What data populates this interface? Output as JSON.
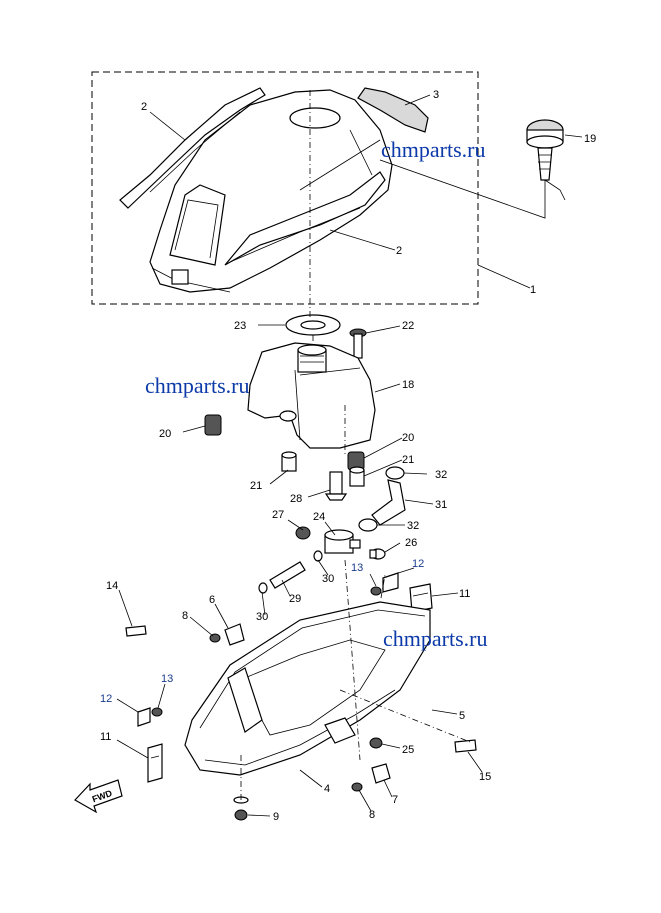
{
  "watermarks": [
    "chmparts.ru",
    "chmparts.ru",
    "chmparts.ru"
  ],
  "fwd_label": "FWD",
  "callouts": {
    "c1": "1",
    "c2a": "2",
    "c2b": "2",
    "c3": "3",
    "c4": "4",
    "c5": "5",
    "c6": "6",
    "c7": "7",
    "c8a": "8",
    "c8b": "8",
    "c9": "9",
    "c11a": "11",
    "c11b": "11",
    "c12a": "12",
    "c12b": "12",
    "c13a": "13",
    "c13b": "13",
    "c14": "14",
    "c15": "15",
    "c18": "18",
    "c19": "19",
    "c20a": "20",
    "c20b": "20",
    "c21a": "21",
    "c21b": "21",
    "c22": "22",
    "c23": "23",
    "c24": "24",
    "c25": "25",
    "c26": "26",
    "c27": "27",
    "c28": "28",
    "c29": "29",
    "c30a": "30",
    "c30b": "30",
    "c31": "31",
    "c32a": "32",
    "c32b": "32"
  }
}
